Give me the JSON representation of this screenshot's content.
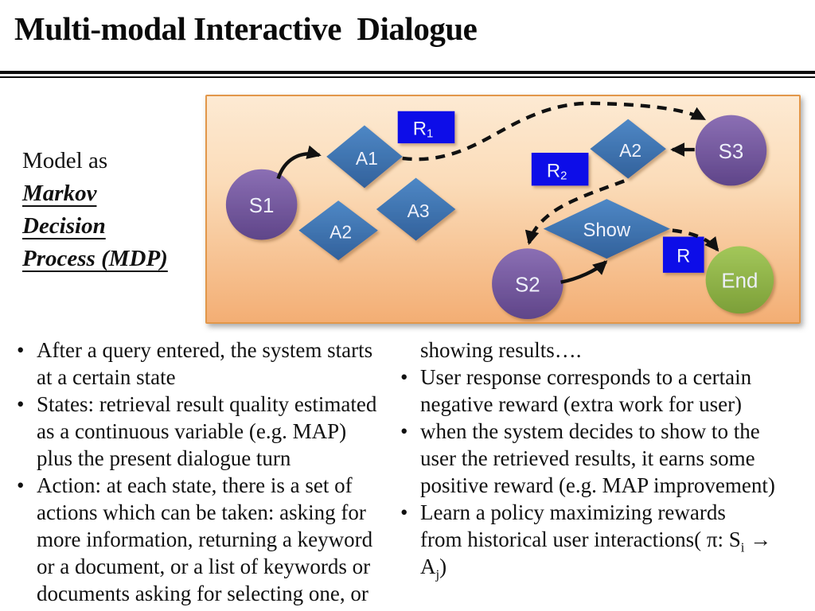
{
  "title": "Multi-modal Interactive  Dialogue",
  "side_label": {
    "intro": "Model as",
    "lines": [
      "Markov",
      "Decision",
      "Process (MDP)"
    ]
  },
  "diagram": {
    "nodes": {
      "s1": "S1",
      "a1": "A1",
      "a2_left": "A2",
      "a3": "A3",
      "a2_right": "A2",
      "s3": "S3",
      "show": "Show",
      "s2": "S2",
      "end": "End",
      "r1_base": "R",
      "r1_sub": "1",
      "r2_base": "R",
      "r2_sub": "2",
      "r": "R"
    }
  },
  "columns": {
    "left": [
      {
        "b": true,
        "t": "After a query entered, the system starts"
      },
      {
        "b": false,
        "t": "at a certain state"
      },
      {
        "b": true,
        "t": "States: retrieval result quality estimated"
      },
      {
        "b": false,
        "t": "as a continuous variable (e.g. MAP)"
      },
      {
        "b": false,
        "t": "plus the present dialogue turn"
      },
      {
        "b": true,
        "t": "Action: at each state, there is a set of"
      },
      {
        "b": false,
        "t": "actions which can be taken: asking for"
      },
      {
        "b": false,
        "t": "more information, returning a keyword"
      },
      {
        "b": false,
        "t": "or a document, or a list of keywords or"
      },
      {
        "b": false,
        "t": "documents asking for selecting one, or"
      },
      {
        "b": false,
        "t": "showing results…."
      }
    ],
    "right": [
      {
        "b": false,
        "t": "showing results…."
      },
      {
        "b": true,
        "t": "User response corresponds to a certain"
      },
      {
        "b": false,
        "t": "negative reward (extra work for user)"
      },
      {
        "b": true,
        "t": "when the system decides to show to the"
      },
      {
        "b": false,
        "t": "user the retrieved results, it earns some"
      },
      {
        "b": false,
        "t": "positive reward (e.g. MAP improvement)"
      },
      {
        "b": true,
        "t": "Learn a policy maximizing rewards"
      },
      {
        "b": false,
        "t": "from historical user interactions( π: S_{i} →"
      },
      {
        "b": false,
        "t": "A_{j})"
      }
    ]
  },
  "colors": {
    "panel_border": "#e2974a",
    "panel_bg_top": "#fdead3",
    "panel_bg_bottom": "#f3ae74",
    "state_purple": "#745997",
    "action_blue": "#3b71b0",
    "reward_blue": "#0d0de8",
    "end_green": "#8db243",
    "arrow_black": "#111111"
  }
}
